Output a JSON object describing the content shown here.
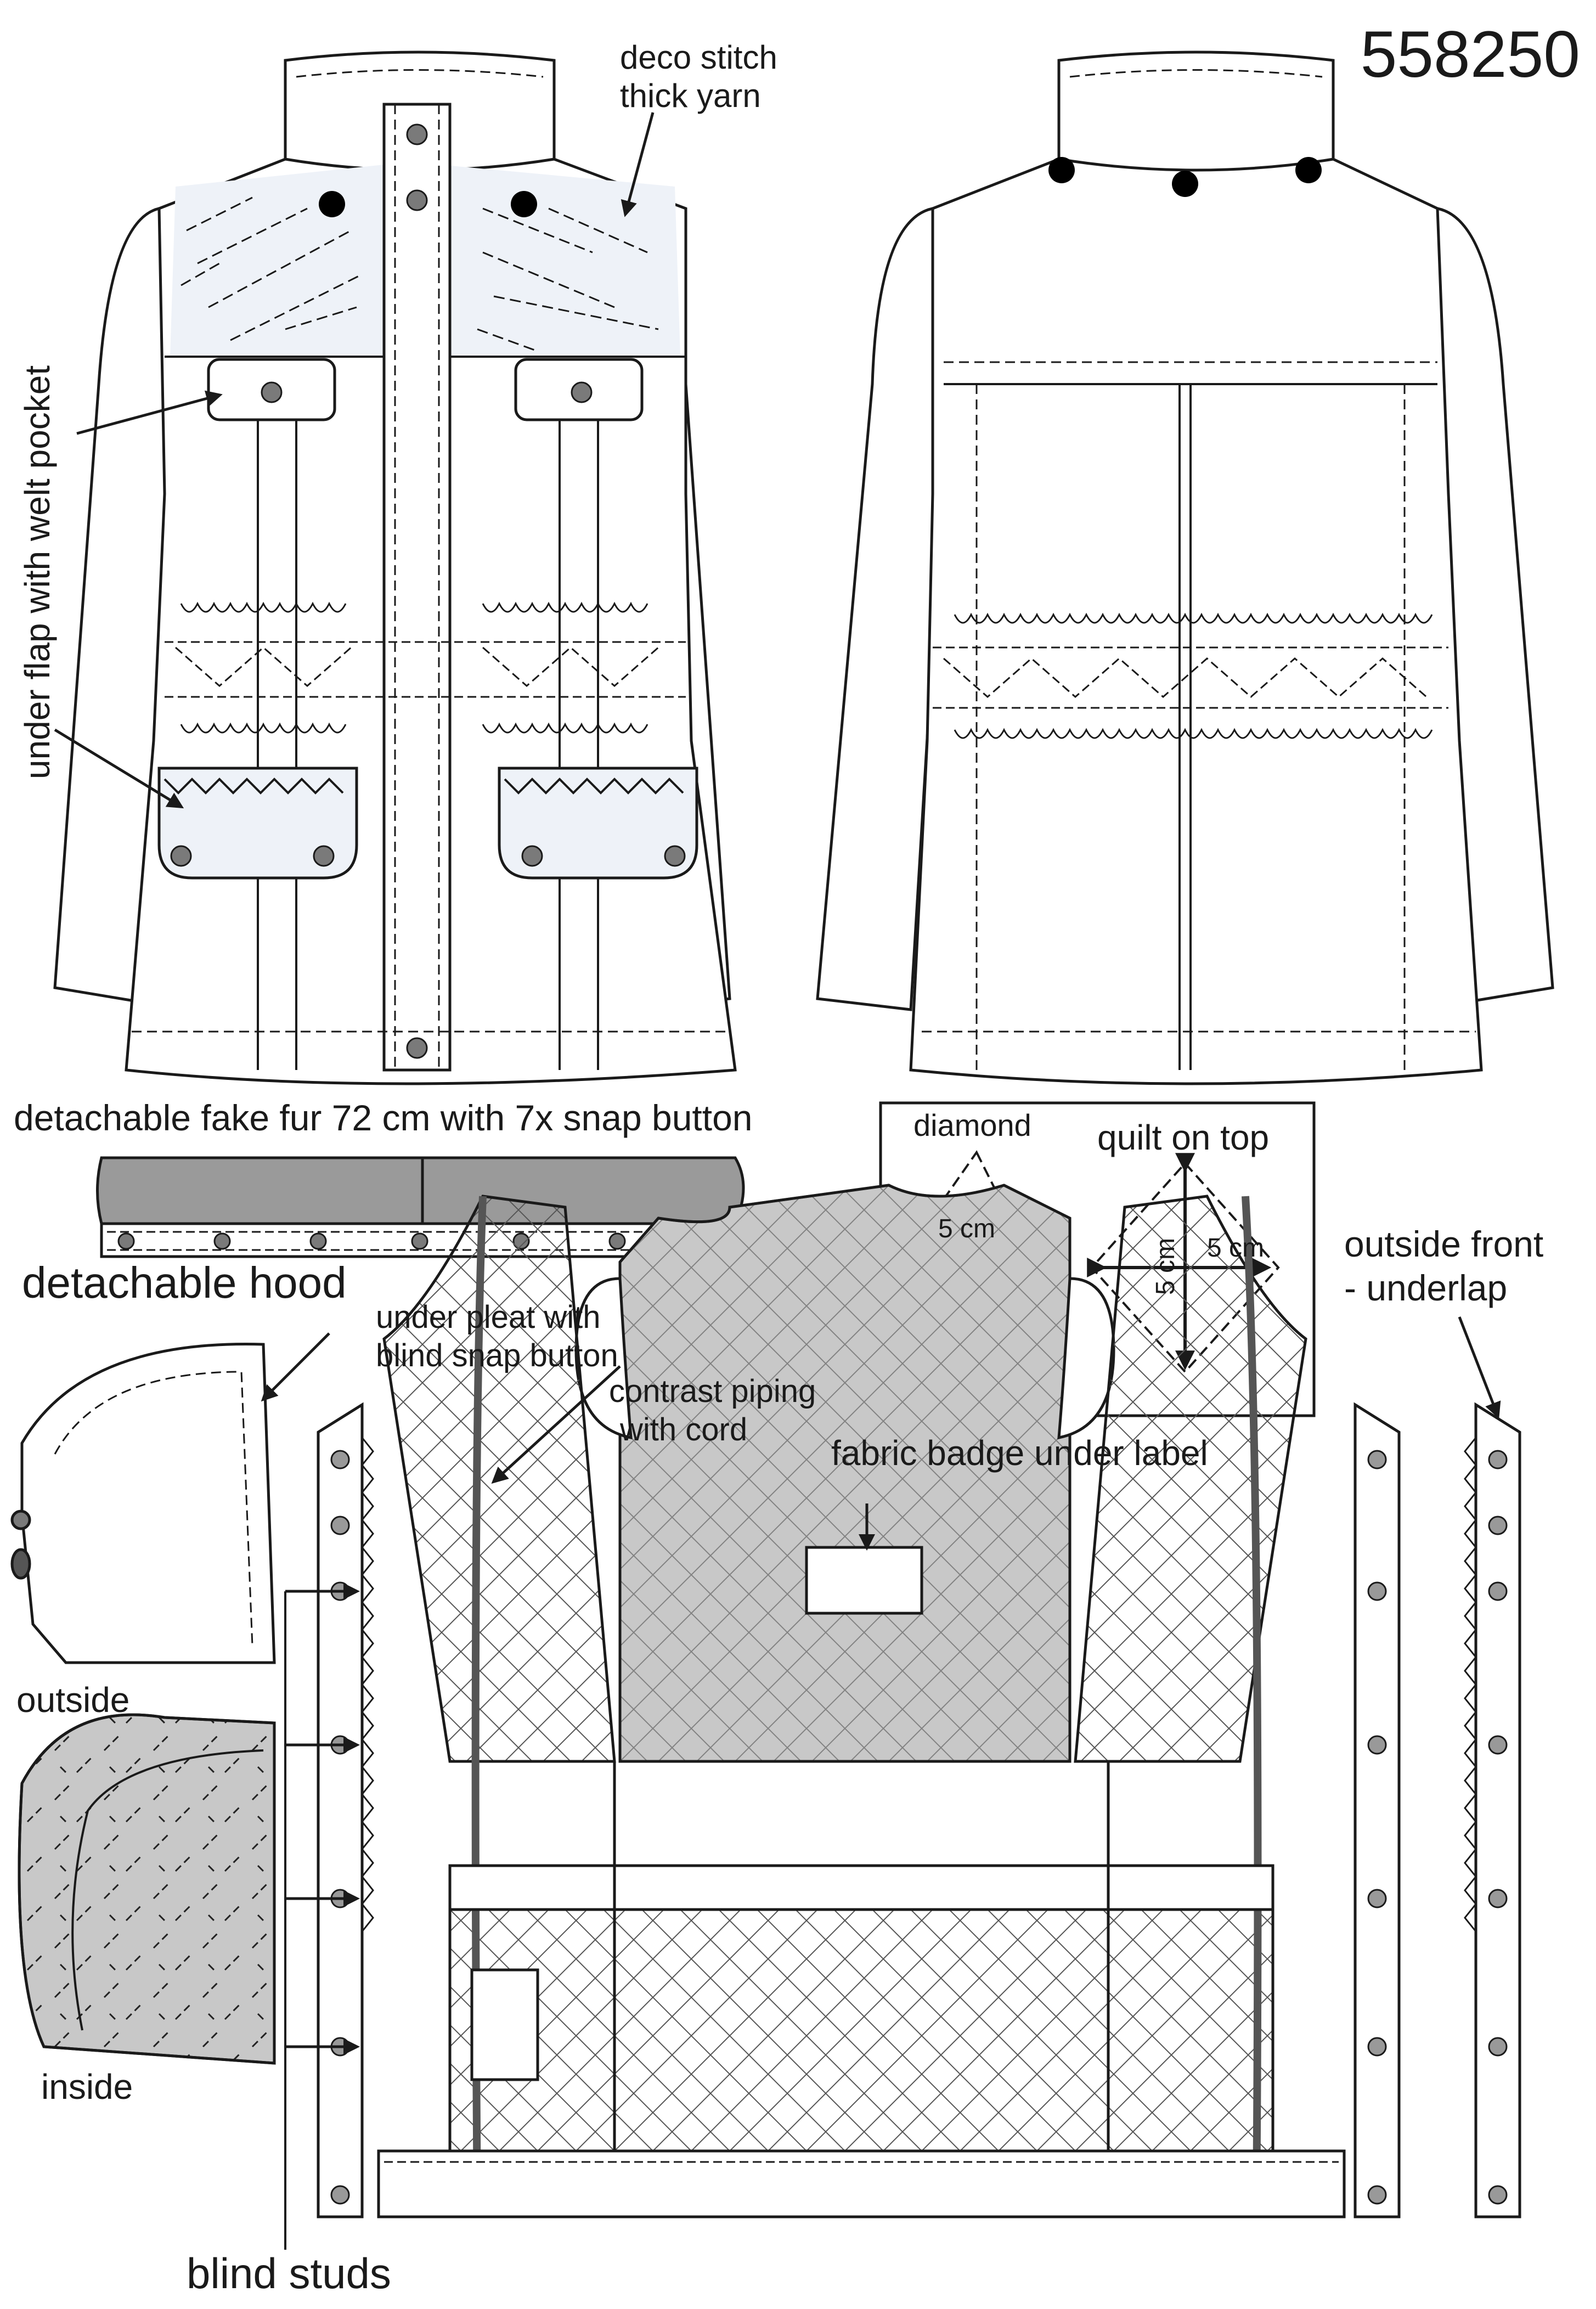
{
  "style_number": "558250",
  "callouts": {
    "deco_stitch_line1": "deco stitch",
    "deco_stitch_line2": "thick yarn",
    "under_flap_welt": "under flap with welt pocket",
    "detachable_fur": "detachable fake fur 72 cm with 7x snap button",
    "detachable_hood": "detachable hood",
    "under_pleat_line1": "under pleat with",
    "under_pleat_line2": "blind snap button",
    "contrast_piping_line1": "contrast piping",
    "contrast_piping_line2": "with cord",
    "fabric_badge": "fabric badge under label",
    "outside_front_line1": "outside front",
    "outside_front_line2": "- underlap",
    "outside": "outside",
    "inside": "inside",
    "blind_studs": "blind studs"
  },
  "quilt_box": {
    "diamond_label": "diamond",
    "quilt_label": "quilt on top",
    "dim_diamond": "5 cm",
    "dim_h": "5 cm",
    "dim_v": "5 cm"
  },
  "colors": {
    "line": "#1a1a1a",
    "fur_fill": "#9a9a9a",
    "lining_fill": "#c8c8c8",
    "quilt_panel": "#eef2f8",
    "button": "#7a7a7a",
    "piping": "#555555"
  }
}
